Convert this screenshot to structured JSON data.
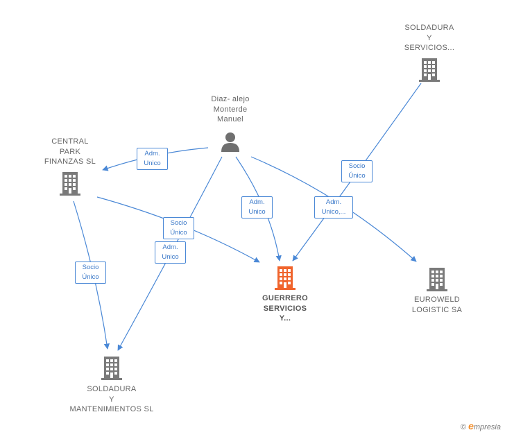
{
  "nodes": {
    "diaz": {
      "label": "Diaz- alejo\nMonterde\nManuel",
      "icon": "person-icon"
    },
    "central_park": {
      "label": "CENTRAL\nPARK\nFINANZAS  SL",
      "icon": "building-icon"
    },
    "soldadura_servicios": {
      "label": "SOLDADURA\nY\nSERVICIOS...",
      "icon": "building-icon"
    },
    "guerrero": {
      "label": "GUERRERO\nSERVICIOS\nY...",
      "icon": "building-icon"
    },
    "euroweld": {
      "label": "EUROWELD\nLOGISTIC SA",
      "icon": "building-icon"
    },
    "soldadura_mant": {
      "label": "SOLDADURA\nY\nMANTENIMIENTOS SL",
      "icon": "building-icon"
    }
  },
  "edges": {
    "diaz_central": "Adm.\nUnico",
    "central_guerrero": "Socio\nÚnico",
    "diaz_soldmant": "Adm.\nUnico",
    "diaz_guerrero": "Adm.\nUnico",
    "diaz_euroweld": "Adm.\nUnico,...",
    "soldserv_guerrero": "Socio\nÚnico",
    "central_soldmant": "Socio\nÚnico"
  },
  "colors": {
    "edge": "#4a88d6",
    "building": "#7a7a7a",
    "building_highlight": "#f0642c",
    "person": "#6f6f6f"
  },
  "brand": {
    "copyright": "©",
    "e": "e",
    "name": "mpresia"
  }
}
